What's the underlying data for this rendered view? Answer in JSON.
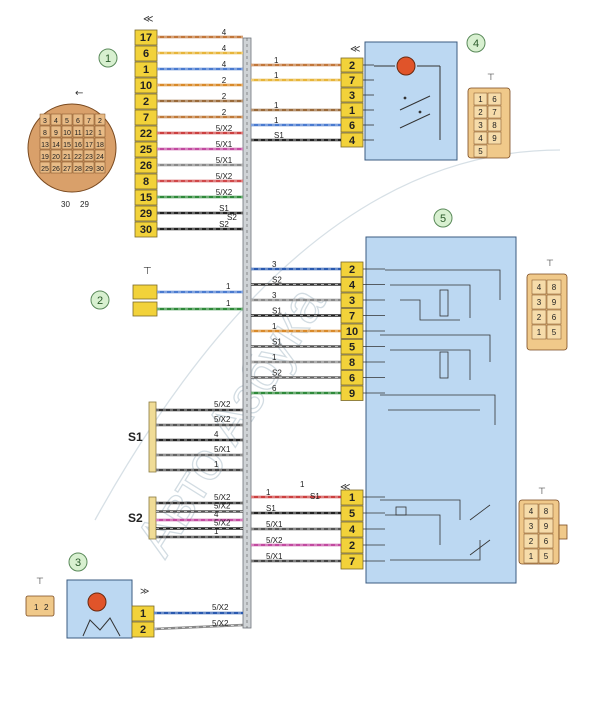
{
  "watermark": "Авто Азбука",
  "callouts": [
    "1",
    "2",
    "3",
    "4",
    "5"
  ],
  "connector1": {
    "pins": [
      {
        "pin": "17",
        "label": "4",
        "color": "#c2773a"
      },
      {
        "pin": "6",
        "label": "4",
        "color": "#e7b53a"
      },
      {
        "pin": "1",
        "label": "4",
        "color": "#4a7bd0"
      },
      {
        "pin": "10",
        "label": "2",
        "color": "#d98a2a"
      },
      {
        "pin": "2",
        "label": "2",
        "color": "#9a6a3a"
      },
      {
        "pin": "7",
        "label": "2",
        "color": "#c07a3a"
      },
      {
        "pin": "22",
        "label": "5/X2",
        "color": "#cc4040"
      },
      {
        "pin": "25",
        "label": "5/X1",
        "color": "#c24aa0"
      },
      {
        "pin": "26",
        "label": "5/X1",
        "color": "#8a8a8a"
      },
      {
        "pin": "8",
        "label": "5/X2",
        "color": "#d0484a"
      },
      {
        "pin": "15",
        "label": "5/X2",
        "color": "#2f8a3a"
      },
      {
        "pin": "29",
        "label": "S1",
        "color": "#222222"
      },
      {
        "pin": "30",
        "label": "S2",
        "color": "#222222"
      }
    ],
    "face_numbers": [
      "3",
      "4",
      "5",
      "6",
      "7",
      "2",
      "8",
      "9",
      "10",
      "11",
      "12",
      "1",
      "13",
      "14",
      "15",
      "16",
      "17",
      "18",
      "19",
      "20",
      "21",
      "22",
      "23",
      "24",
      "25",
      "26",
      "27",
      "28",
      "29",
      "30"
    ],
    "face_bottom_labels": [
      "30",
      "29"
    ]
  },
  "connector2": {
    "pins": [
      {
        "label": "1",
        "color": "#4a7bd0"
      },
      {
        "label": "1",
        "color": "#2f8a3a"
      }
    ]
  },
  "connector3": {
    "face": [
      "1",
      "2"
    ],
    "pins": [
      {
        "pin": "1",
        "label": "5/X2",
        "color": "#2a5ab0"
      },
      {
        "pin": "2",
        "label": "5/X2",
        "color": "#888888"
      }
    ]
  },
  "block4": {
    "pins": [
      {
        "pin": "2",
        "label": "1",
        "color": "#c2773a"
      },
      {
        "pin": "7",
        "label": "1",
        "color": "#e7b53a"
      },
      {
        "pin": "3",
        "label": "",
        "color": ""
      },
      {
        "pin": "1",
        "label": "1",
        "color": "#9a6a3a"
      },
      {
        "pin": "6",
        "label": "1",
        "color": "#4a7bd0"
      },
      {
        "pin": "4",
        "label": "S1",
        "color": "#222222"
      }
    ],
    "face": [
      "1",
      "6",
      "2",
      "7",
      "3",
      "8",
      "4",
      "9",
      "5"
    ]
  },
  "block5_upper": {
    "pins": [
      {
        "pin": "2",
        "label": "3",
        "color": "#2a5ab0"
      },
      {
        "pin": "4",
        "label": "S2",
        "color": "#333333"
      },
      {
        "pin": "3",
        "label": "3",
        "color": "#888888"
      },
      {
        "pin": "7",
        "label": "S1",
        "color": "#222222"
      },
      {
        "pin": "10",
        "label": "1",
        "color": "#d98a2a"
      },
      {
        "pin": "5",
        "label": "S1",
        "color": "#555555"
      },
      {
        "pin": "8",
        "label": "1",
        "color": "#888888"
      },
      {
        "pin": "6",
        "label": "S2",
        "color": "#666666"
      },
      {
        "pin": "9",
        "label": "6",
        "color": "#2f8a3a"
      }
    ],
    "face": [
      "4",
      "8",
      "3",
      "9",
      "2",
      "6",
      "1",
      "5"
    ]
  },
  "block5_lower": {
    "pins": [
      {
        "pin": "1",
        "label": "1",
        "color": "#cc4040"
      },
      {
        "pin": "5",
        "label": "S1",
        "color": "#222222"
      },
      {
        "pin": "4",
        "label": "5/X1",
        "color": "#555555"
      },
      {
        "pin": "2",
        "label": "5/X2",
        "color": "#c24aa0"
      },
      {
        "pin": "7",
        "label": "5/X1",
        "color": "#444444"
      }
    ],
    "extra_labels": [
      "1",
      "S1"
    ],
    "face": [
      "4",
      "8",
      "3",
      "9",
      "2",
      "6",
      "1",
      "5"
    ]
  },
  "s1": {
    "title": "S1",
    "labels": [
      "5/X2",
      "5/X2",
      "4",
      "5/X1",
      "1"
    ]
  },
  "s2": {
    "title": "S2",
    "labels": [
      "5/X2",
      "5/X2",
      "4",
      "5/X2",
      "1"
    ]
  },
  "lower_trunk_labels": [
    "5/X1",
    "1"
  ],
  "center_s2_label": "S2"
}
